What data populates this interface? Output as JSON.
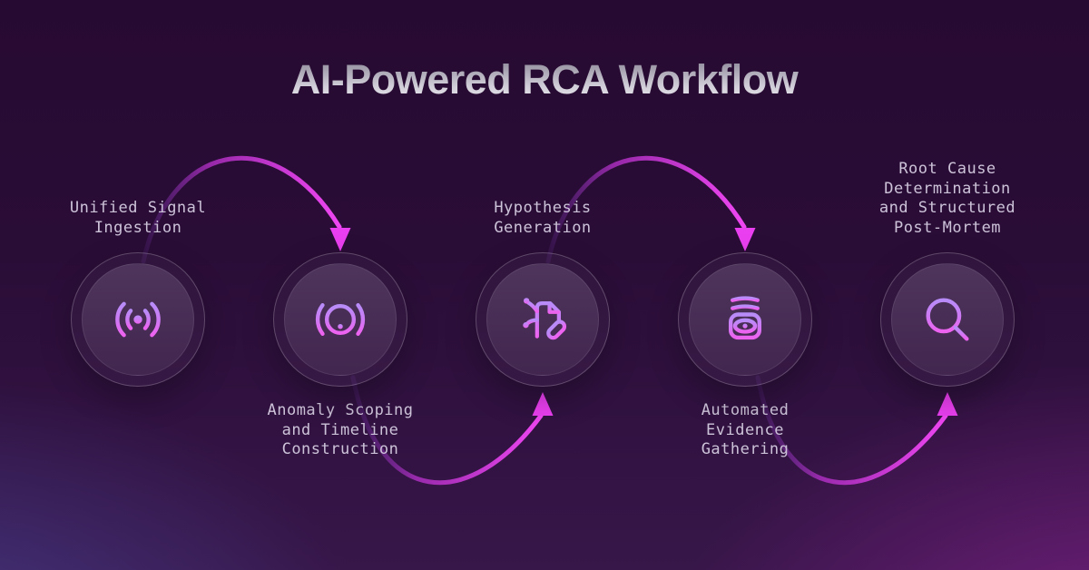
{
  "title": "AI-Powered RCA Workflow",
  "colors": {
    "background_top": "#270a31",
    "background_bottom_left": "#3b2a62",
    "background_bottom_right": "#5a1e67",
    "arrow_accent": "#ea3ff0",
    "arrow_tail_fade": "#7e3bbf",
    "icon_gradient_top": "#b88cf8",
    "icon_gradient_bottom": "#ee62f0",
    "label_text": "#cdc3d9",
    "title_gradient_top": "#8f8a9a",
    "title_gradient_bottom": "#edebf1",
    "circle_ring": "rgba(255,255,255,0.22)"
  },
  "nodes": [
    {
      "id": "unified-signal-ingestion",
      "label": "Unified Signal\nIngestion",
      "label_position": "above",
      "icon": "radio-signal-icon"
    },
    {
      "id": "anomaly-scoping",
      "label": "Anomaly Scoping\nand Timeline\nConstruction",
      "label_position": "below",
      "icon": "alert-parentheses-icon"
    },
    {
      "id": "hypothesis-generation",
      "label": "Hypothesis\nGeneration",
      "label_position": "above",
      "icon": "ai-document-pen-icon"
    },
    {
      "id": "automated-evidence-gathering",
      "label": "Automated\nEvidence\nGathering",
      "label_position": "below",
      "icon": "scan-eye-icon"
    },
    {
      "id": "root-cause-postmortem",
      "label": "Root Cause\nDetermination\nand Structured\nPost-Mortem",
      "label_position": "above",
      "icon": "search-insights-icon"
    }
  ],
  "flow_arrows": [
    {
      "from": "unified-signal-ingestion",
      "to": "anomaly-scoping",
      "side": "top"
    },
    {
      "from": "anomaly-scoping",
      "to": "hypothesis-generation",
      "side": "bottom"
    },
    {
      "from": "hypothesis-generation",
      "to": "automated-evidence-gathering",
      "side": "top"
    },
    {
      "from": "automated-evidence-gathering",
      "to": "root-cause-postmortem",
      "side": "bottom"
    }
  ]
}
